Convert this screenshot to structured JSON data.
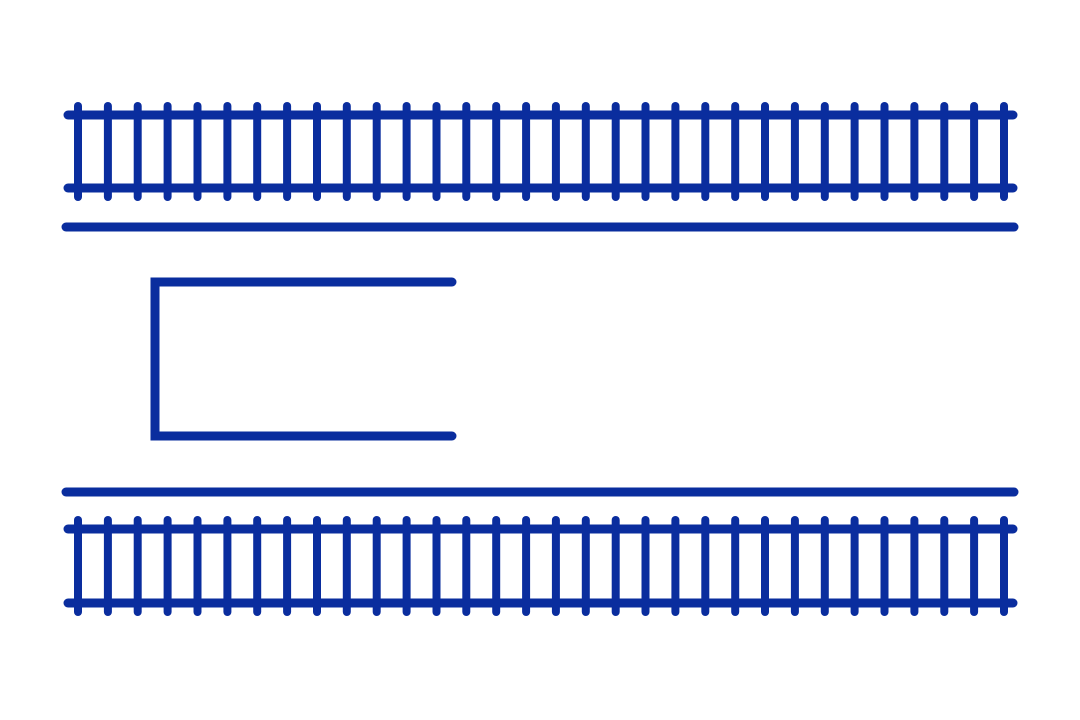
{
  "diagram": {
    "kind": "railway-station-track-plan",
    "colors": {
      "line": "#0a2d9e",
      "background": "#ffffff"
    },
    "elements": [
      {
        "name": "track-top",
        "type": "railway-track"
      },
      {
        "name": "platform-edge-top",
        "type": "platform-edge"
      },
      {
        "name": "station-building",
        "type": "building-outline-open-right"
      },
      {
        "name": "platform-edge-bottom",
        "type": "platform-edge"
      },
      {
        "name": "track-bottom",
        "type": "railway-track"
      }
    ],
    "tracks": [
      {
        "name": "track-top",
        "sleeper_count": 32
      },
      {
        "name": "track-bottom",
        "sleeper_count": 32
      }
    ]
  }
}
